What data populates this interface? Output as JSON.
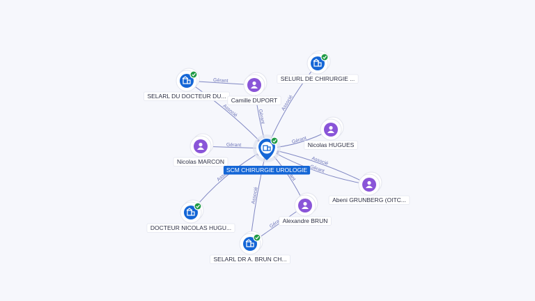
{
  "colors": {
    "company": "#1466d6",
    "person": "#8a55d8",
    "verified": "#1f9a45",
    "edge": "#6b73b8"
  },
  "center": {
    "label": "SCM CHIRURGIE UROLOGIE",
    "icon": "building-icon"
  },
  "nodes": [
    {
      "id": "selarl_docteur_du",
      "type": "company",
      "icon": "building-icon",
      "verified": true,
      "label": "SELARL DU DOCTEUR DU..."
    },
    {
      "id": "camille_duport",
      "type": "person",
      "icon": "person-icon",
      "label": "Camille DUPORT"
    },
    {
      "id": "selurl_chirurgie",
      "type": "company",
      "icon": "building-icon",
      "verified": true,
      "label": "SELURL DE CHIRURGIE ..."
    },
    {
      "id": "nicolas_hugues",
      "type": "person",
      "icon": "person-icon",
      "label": "Nicolas HUGUES"
    },
    {
      "id": "nicolas_marcon",
      "type": "person",
      "icon": "person-icon",
      "label": "Nicolas MARCON"
    },
    {
      "id": "abeni_grunberg",
      "type": "person",
      "icon": "person-icon",
      "label": "Abeni GRUNBERG (OITC..."
    },
    {
      "id": "docteur_nicolas_hugu",
      "type": "company",
      "icon": "building-icon",
      "verified": true,
      "label": "DOCTEUR NICOLAS HUGU..."
    },
    {
      "id": "alexandre_brun",
      "type": "person",
      "icon": "person-icon",
      "label": "Alexandre BRUN"
    },
    {
      "id": "selarl_dr_brun",
      "type": "company",
      "icon": "building-icon",
      "verified": true,
      "label": "SELARL DR A. BRUN CH..."
    }
  ],
  "edges": [
    {
      "from": "camille_duport",
      "to": "selarl_docteur_du",
      "label": "Gérant"
    },
    {
      "from": "selarl_docteur_du",
      "to": "center",
      "label": "Associé"
    },
    {
      "from": "camille_duport",
      "to": "center",
      "label": "Gérant"
    },
    {
      "from": "selurl_chirurgie",
      "to": "center",
      "label": "Associé"
    },
    {
      "from": "nicolas_hugues",
      "to": "center",
      "label": "Gérant"
    },
    {
      "from": "nicolas_marcon",
      "to": "center",
      "label": "Gérant"
    },
    {
      "from": "abeni_grunberg",
      "to": "center",
      "label": "Gérant"
    },
    {
      "from": "abeni_grunberg",
      "to": "center",
      "label": "Associé"
    },
    {
      "from": "docteur_nicolas_hugu",
      "to": "center",
      "label": "Associé"
    },
    {
      "from": "alexandre_brun",
      "to": "center",
      "label": "Gérant"
    },
    {
      "from": "selarl_dr_brun",
      "to": "center",
      "label": "Associé"
    },
    {
      "from": "alexandre_brun",
      "to": "selarl_dr_brun",
      "label": "Gérant"
    }
  ]
}
